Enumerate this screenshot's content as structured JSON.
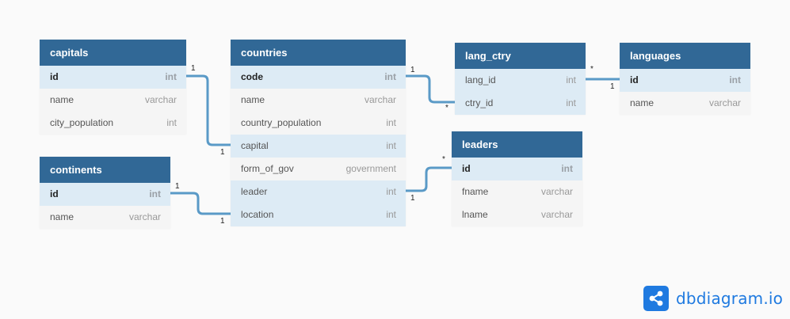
{
  "tables": [
    {
      "name": "capitals",
      "columns": [
        {
          "name": "id",
          "type": "int",
          "pk": true
        },
        {
          "name": "name",
          "type": "varchar"
        },
        {
          "name": "city_population",
          "type": "int"
        }
      ]
    },
    {
      "name": "continents",
      "columns": [
        {
          "name": "id",
          "type": "int",
          "pk": true
        },
        {
          "name": "name",
          "type": "varchar"
        }
      ]
    },
    {
      "name": "countries",
      "columns": [
        {
          "name": "code",
          "type": "int",
          "pk": true
        },
        {
          "name": "name",
          "type": "varchar"
        },
        {
          "name": "country_population",
          "type": "int"
        },
        {
          "name": "capital",
          "type": "int"
        },
        {
          "name": "form_of_gov",
          "type": "government"
        },
        {
          "name": "leader",
          "type": "int"
        },
        {
          "name": "location",
          "type": "int"
        }
      ]
    },
    {
      "name": "lang_ctry",
      "columns": [
        {
          "name": "lang_id",
          "type": "int"
        },
        {
          "name": "ctry_id",
          "type": "int"
        }
      ]
    },
    {
      "name": "languages",
      "columns": [
        {
          "name": "id",
          "type": "int",
          "pk": true
        },
        {
          "name": "name",
          "type": "varchar"
        }
      ]
    },
    {
      "name": "leaders",
      "columns": [
        {
          "name": "id",
          "type": "int",
          "pk": true
        },
        {
          "name": "fname",
          "type": "varchar"
        },
        {
          "name": "lname",
          "type": "varchar"
        }
      ]
    }
  ],
  "relationships": [
    {
      "from": "capitals.id",
      "to": "countries.capital",
      "from_card": "1",
      "to_card": "1"
    },
    {
      "from": "continents.id",
      "to": "countries.location",
      "from_card": "1",
      "to_card": "1"
    },
    {
      "from": "countries.code",
      "to": "lang_ctry.ctry_id",
      "from_card": "1",
      "to_card": "*"
    },
    {
      "from": "lang_ctry.lang_id",
      "to": "languages.id",
      "from_card": "*",
      "to_card": "1"
    },
    {
      "from": "countries.leader",
      "to": "leaders.id",
      "from_card": "1",
      "to_card": "*"
    }
  ],
  "brand": {
    "text": "dbdiagram.io",
    "icon": "share-nodes-icon",
    "color": "#1f7ae0"
  },
  "colors": {
    "header": "#316896",
    "highlight": "#ddebf5",
    "edge": "#5a9ac7"
  }
}
